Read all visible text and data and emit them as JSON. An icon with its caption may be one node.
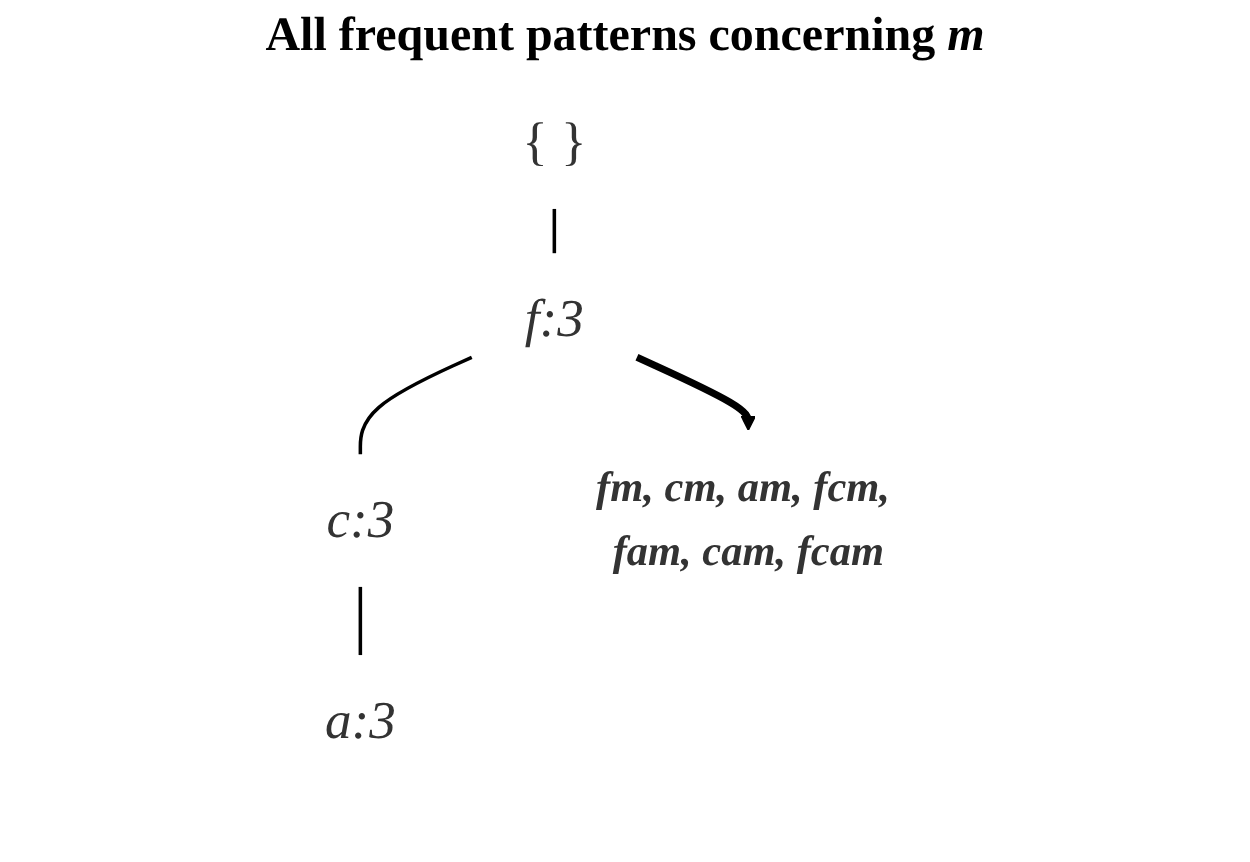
{
  "diagram": {
    "title": "All frequent patterns concerning *m*",
    "nodes": [
      {
        "text": [
          "{ }"
        ]
      },
      {
        "text": [
          "f:3"
        ]
      },
      {
        "text": [
          "c:3"
        ]
      },
      {
        "text": [
          "a:3"
        ]
      },
      {
        "text": [
          "fm, cm, am, fcm, fam, cam, fcam"
        ]
      }
    ],
    "edges": [
      {
        "from": 0,
        "to": 1,
        "arrow": "none"
      },
      {
        "from": 1,
        "to": 2,
        "arrow": "none"
      },
      {
        "from": 2,
        "to": 3,
        "arrow": "none"
      },
      {
        "from": 1,
        "to": 4,
        "arrow": "to",
        "style": "thick"
      }
    ]
  }
}
